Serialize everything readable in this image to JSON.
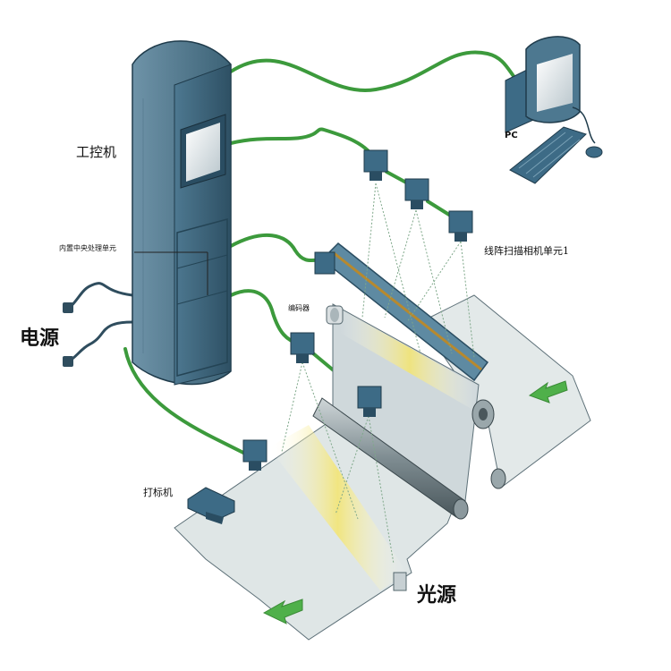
{
  "labels": {
    "ipc": "工控机",
    "builtin_unit": "内置中央处理单元",
    "power": "电源",
    "pc": "PC",
    "camera_unit": "线阵扫描相机单元1",
    "encoder": "编码器",
    "marker": "打标机",
    "light_source": "光源"
  },
  "icons": {
    "ipc": "server-tower-icon",
    "pc": "desktop-computer-icon",
    "camera": "line-scan-camera-icon",
    "marker": "marking-machine-icon",
    "light": "light-source-icon",
    "encoder": "encoder-icon",
    "arrow": "flow-direction-arrow-icon"
  },
  "colors": {
    "cable": "#3c9a3c",
    "device": "#3d6b86",
    "device_dark": "#2a4d62",
    "web": "#dfe6e6",
    "light_band": "#f3e57a",
    "arrow": "#4fb04a"
  }
}
